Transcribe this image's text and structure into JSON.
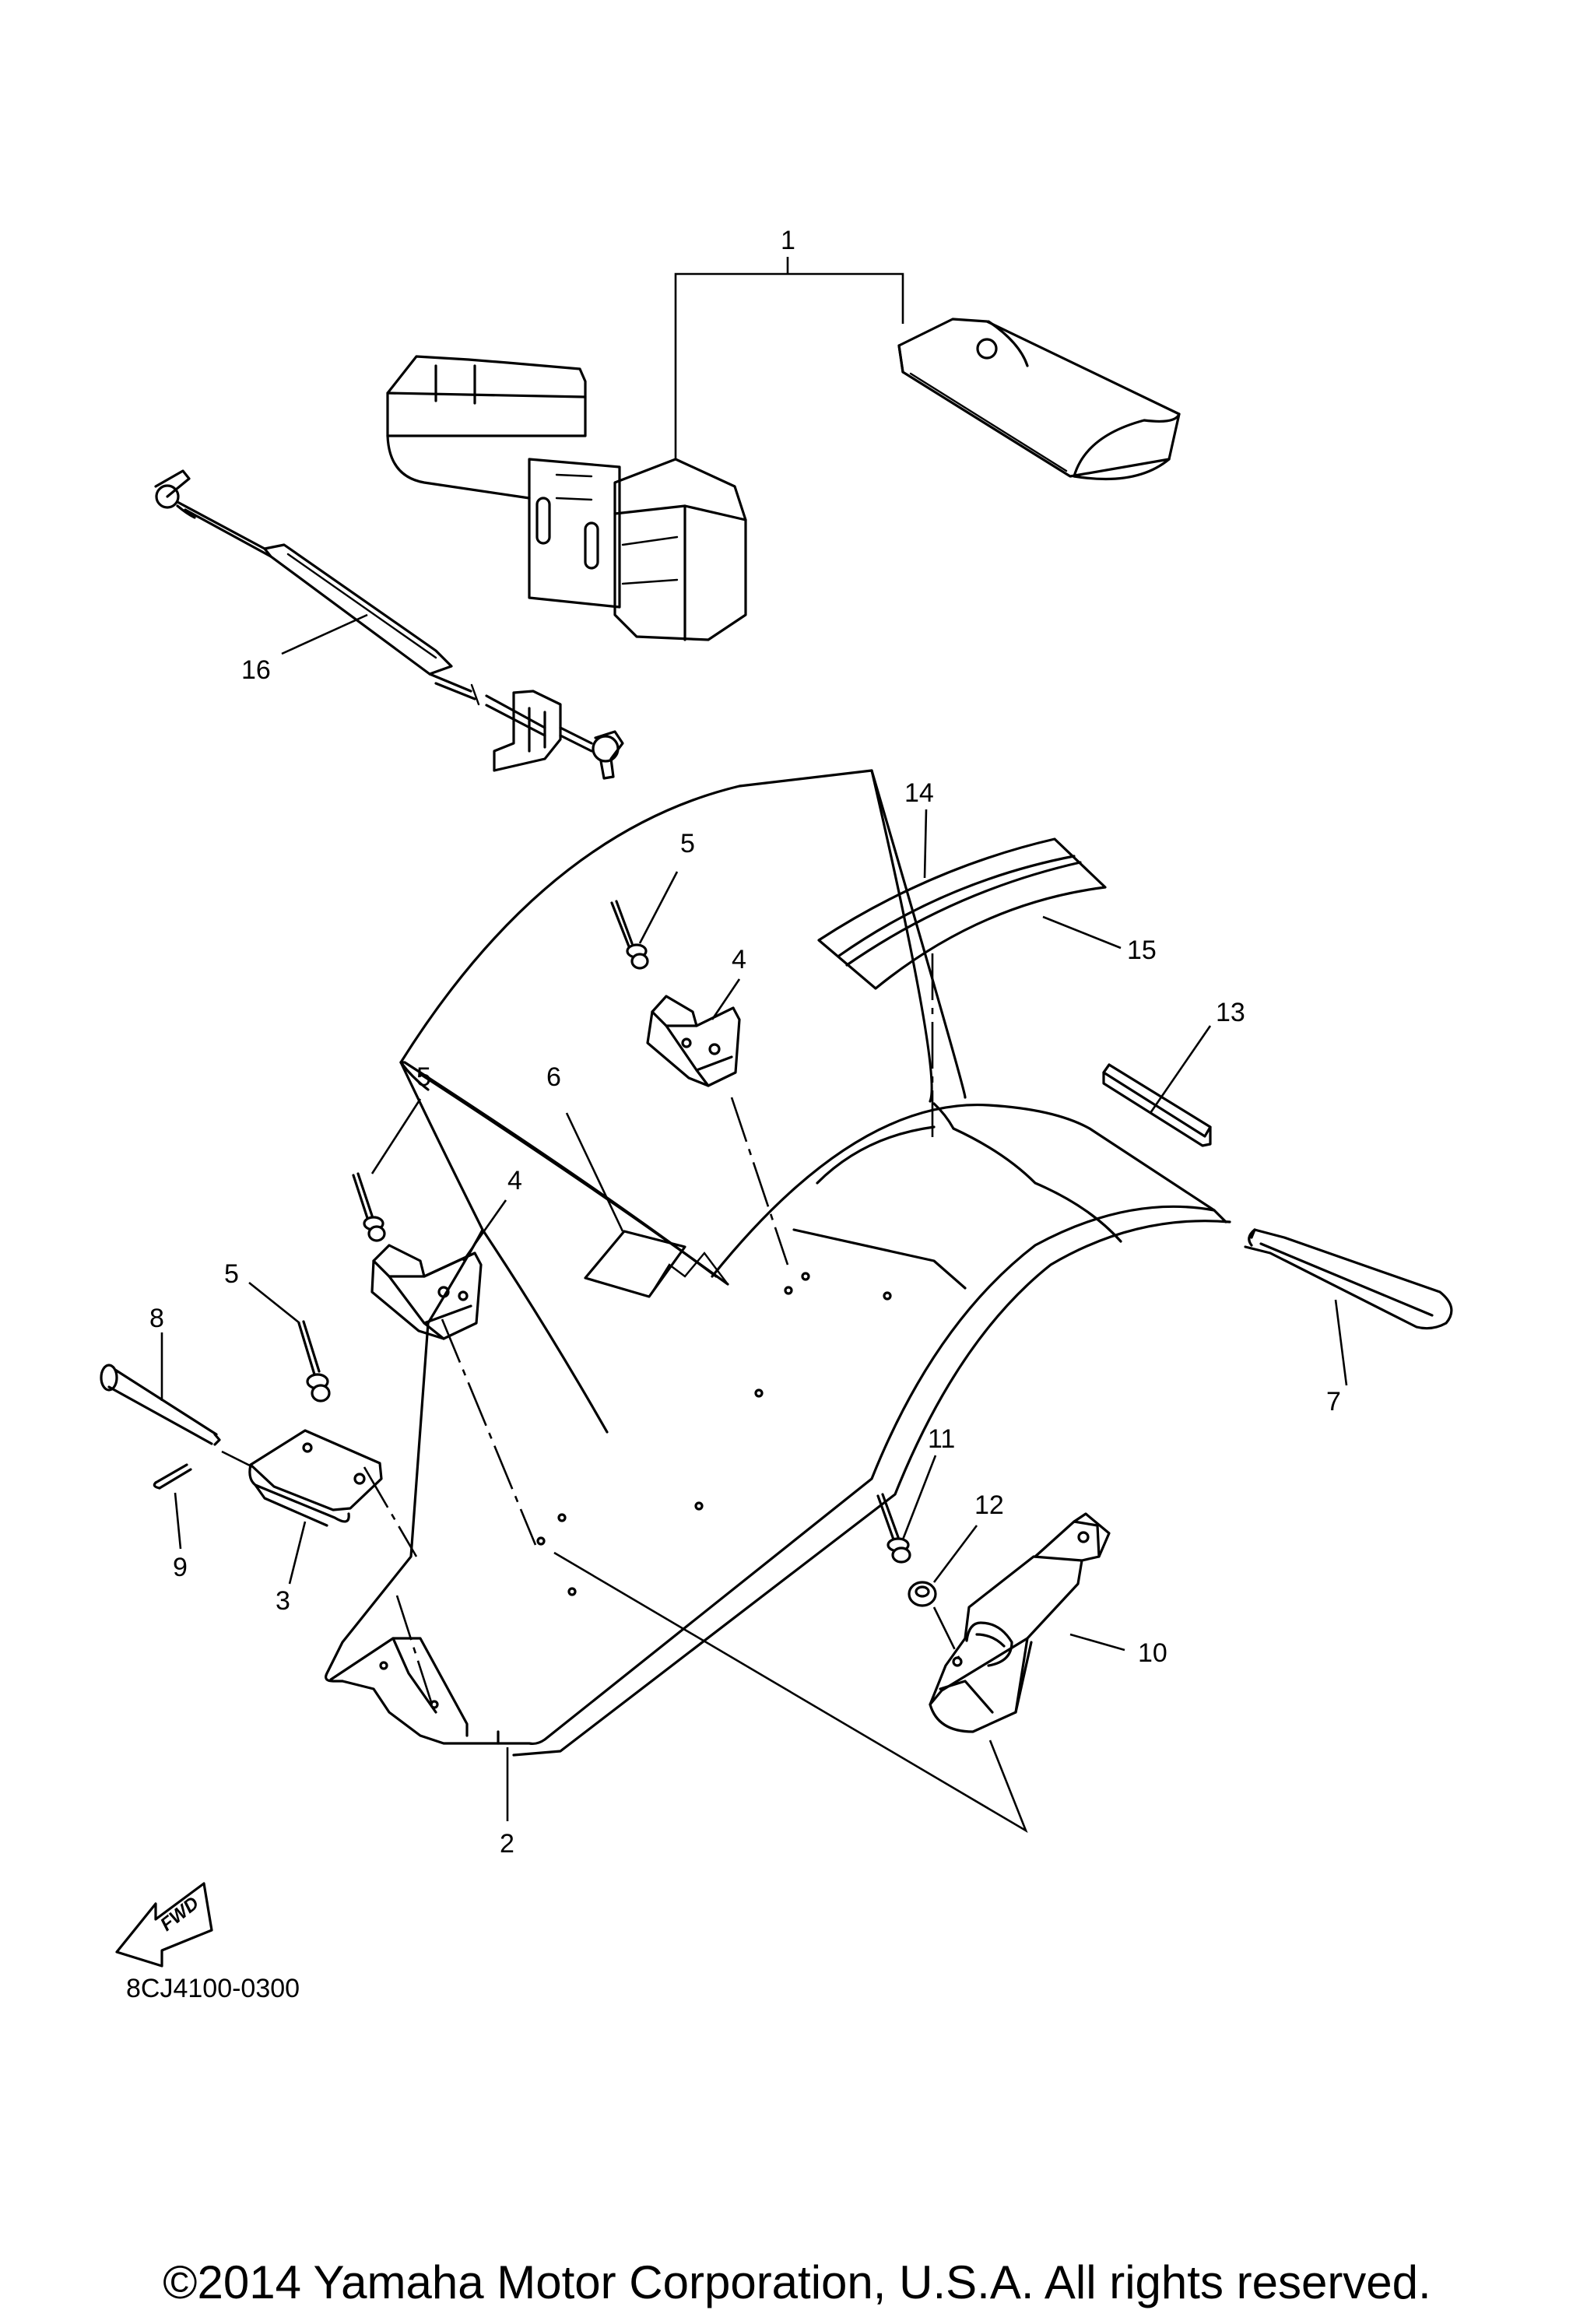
{
  "callouts": {
    "c1": "1",
    "c2": "2",
    "c3": "3",
    "c4a": "4",
    "c4b": "4",
    "c5a": "5",
    "c5b": "5",
    "c5c": "5",
    "c6": "6",
    "c7": "7",
    "c8": "8",
    "c9": "9",
    "c10": "10",
    "c11": "11",
    "c12": "12",
    "c13": "13",
    "c14": "14",
    "c15": "15",
    "c16": "16"
  },
  "fwd_label": "FWD",
  "drawing_code": "8CJ4100-0300",
  "copyright": "©2014 Yamaha Motor Corporation, U.S.A. All rights reserved."
}
